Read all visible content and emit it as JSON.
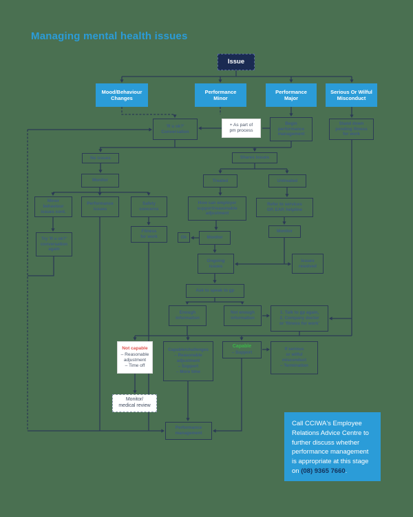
{
  "title": "Managing mental health issues",
  "colors": {
    "bg": "#4a7051",
    "blue": "#2b9cd8",
    "navy": "#1a2a52",
    "line": "#2b3a55",
    "ink": "#3d5a84",
    "red": "#e0524e",
    "green": "#3cb54a",
    "phone": "#14335c"
  },
  "nodes": {
    "issue": {
      "label": "Issue"
    },
    "mood": {
      "label": "Mood/Behaviour\nChanges"
    },
    "perf_minor": {
      "label": "Performance\nMinor"
    },
    "perf_major": {
      "label": "Performance\nMajor"
    },
    "serious": {
      "label": "Serious Or Wilful\nMisconduct"
    },
    "conversation": {
      "label": "'R u ok?'\nConversation"
    },
    "pm_note": {
      "label": "+ As part of\npm process"
    },
    "begin_pm": {
      "label": "Begin\nperformance\nmanagement"
    },
    "stand_down": {
      "label": "Stand down\npending fitness\nfor work"
    },
    "no_issues": {
      "label": "No issues"
    },
    "monitor1": {
      "label": "Monitor"
    },
    "minor_behaviour": {
      "label": "Minor\nbehaviour\nissues cont."
    },
    "performance_issues": {
      "label": "Performance\nissues"
    },
    "safety_concerns": {
      "label": "Safety\nconcerns"
    },
    "try_again": {
      "label": "Try 'R u ok?'\nconversation\nagain"
    },
    "fitness_work": {
      "label": "Fitness\nfor work"
    },
    "shares_issues": {
      "label": "Shares issues"
    },
    "treated": {
      "label": "Treated"
    },
    "untreated": {
      "label": "Untreated"
    },
    "employer_support": {
      "label": "How can employer\nsupport/reasonable\nadjustment"
    },
    "refer_services": {
      "label": "Refer to services\nGP, EAP, helpline"
    },
    "ok": {
      "label": "Ok"
    },
    "monitor2": {
      "label": "Monitor"
    },
    "monitor3": {
      "label": "Monitor"
    },
    "ongoing_issues": {
      "label": "Ongoing\nissues"
    },
    "issues_resolved": {
      "label": "Issues\nresolved"
    },
    "ask_gp": {
      "label": "Ask to speak to gp"
    },
    "enough_info": {
      "label": "Enough\ninformation"
    },
    "not_enough_info": {
      "label": "Not enough\ninformation"
    },
    "talk_gp": {
      "label": "1. Talk to gp again,\n2. Company doctor\nor 'fitness for work'"
    },
    "not_capable": {
      "title": "Not capable",
      "body": "– Reasonable\nadjustment\n– Time off"
    },
    "capable_challenges": {
      "label": "Capable/challenges\n– Reasonable\nadjustment\n– Support\n– More time"
    },
    "capable": {
      "title": "Capable",
      "body": "– Support"
    },
    "if_serious": {
      "label": "If serious\nor wilful\nmisconduct\n– Termination"
    },
    "monitor_medical": {
      "label": "Monitor/\nmedical review"
    },
    "perf_mgmt": {
      "label": "Performance\nmanagement"
    }
  },
  "callout": {
    "text": "Call CCIWA's Employee Relations Advice Centre to further discuss whether performance management is appropriate at this stage on ",
    "phone": "(08) 9365 7660",
    "suffix": "."
  }
}
